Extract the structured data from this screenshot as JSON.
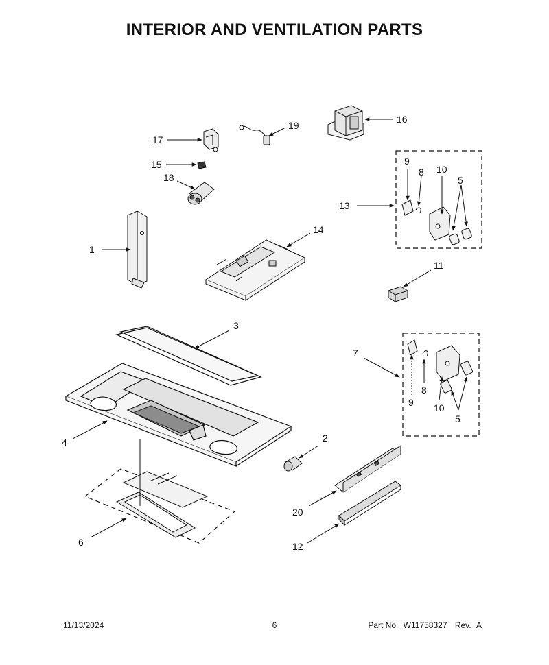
{
  "page": {
    "title": "INTERIOR AND VENTILATION PARTS"
  },
  "callouts": [
    {
      "id": "c1",
      "label": "1"
    },
    {
      "id": "c2",
      "label": "2"
    },
    {
      "id": "c3",
      "label": "3"
    },
    {
      "id": "c4",
      "label": "4"
    },
    {
      "id": "c5a",
      "label": "5"
    },
    {
      "id": "c5b",
      "label": "5"
    },
    {
      "id": "c6",
      "label": "6"
    },
    {
      "id": "c7",
      "label": "7"
    },
    {
      "id": "c8a",
      "label": "8"
    },
    {
      "id": "c8b",
      "label": "8"
    },
    {
      "id": "c9a",
      "label": "9"
    },
    {
      "id": "c9b",
      "label": "9"
    },
    {
      "id": "c10a",
      "label": "10"
    },
    {
      "id": "c10b",
      "label": "10"
    },
    {
      "id": "c11",
      "label": "11"
    },
    {
      "id": "c12",
      "label": "12"
    },
    {
      "id": "c13",
      "label": "13"
    },
    {
      "id": "c14",
      "label": "14"
    },
    {
      "id": "c15",
      "label": "15"
    },
    {
      "id": "c16",
      "label": "16"
    },
    {
      "id": "c17",
      "label": "17"
    },
    {
      "id": "c18",
      "label": "18"
    },
    {
      "id": "c19",
      "label": "19"
    },
    {
      "id": "c20",
      "label": "20"
    }
  ],
  "footer": {
    "date": "11/13/2024",
    "page_number": "6",
    "part_label": "Part No.",
    "part_number": "W11758327",
    "rev_label": "Rev.",
    "rev_value": "A"
  },
  "colors": {
    "line": "#111111",
    "fill_light": "#f2f2f2",
    "fill_mid": "#d9d9d9",
    "fill_dark": "#555555"
  }
}
